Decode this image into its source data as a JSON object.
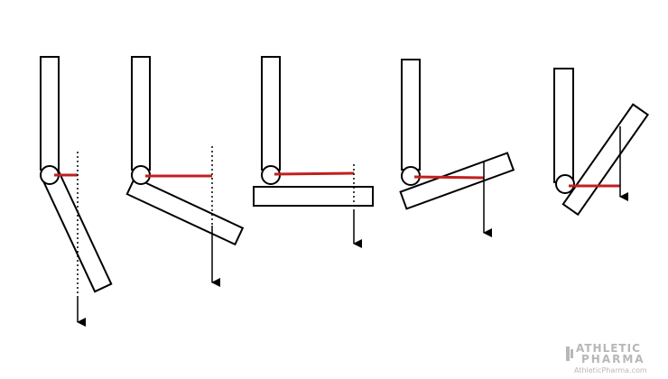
{
  "diagram": {
    "panels": [
      {
        "id": "panel-1"
      },
      {
        "id": "panel-2"
      },
      {
        "id": "panel-3"
      },
      {
        "id": "panel-4"
      },
      {
        "id": "panel-5"
      }
    ],
    "colors": {
      "outline": "#000000",
      "moment_arm": "#c0201f",
      "watermark": "#b7b7b7"
    }
  },
  "watermark": {
    "line1": "ATHLETIC",
    "line2": "PHARMA",
    "url": "AthleticPharma.com"
  }
}
